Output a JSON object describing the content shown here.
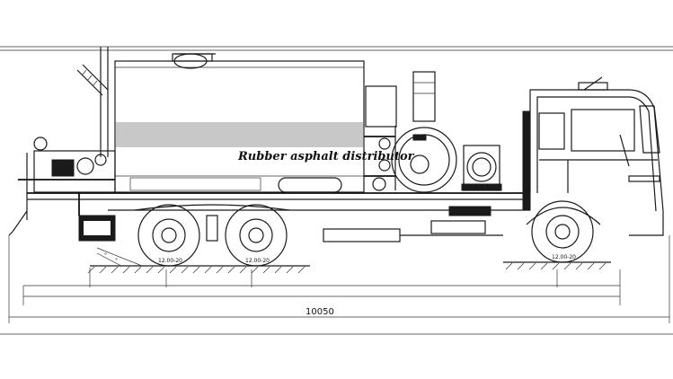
{
  "caption": "Rubber asphalt distributor",
  "dimension": {
    "overall_length": "10050"
  },
  "tires": {
    "front": "12.00-20",
    "rear_1": "12.00-20",
    "rear_2": "12.00-20"
  }
}
